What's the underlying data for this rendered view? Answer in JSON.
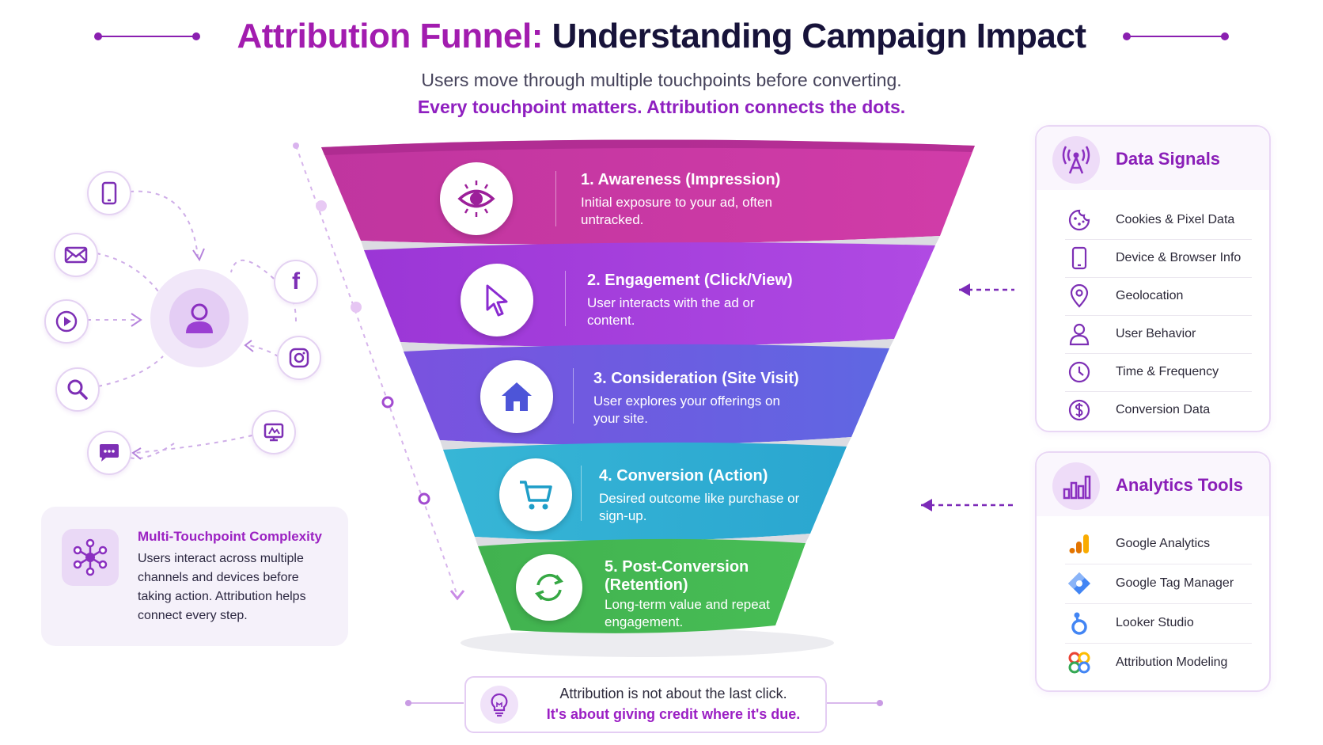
{
  "header": {
    "title_accent": "Attribution Funnel:",
    "title_main": "Understanding Campaign Impact",
    "subtitle_1": "Users move through multiple touchpoints before converting.",
    "subtitle_2": "Every touchpoint matters. Attribution connects the dots."
  },
  "funnel": {
    "stages": [
      {
        "title": "1. Awareness (Impression)",
        "desc": "Initial exposure to your ad, often untracked.",
        "icon": "eye-icon",
        "color": "#b42fa4"
      },
      {
        "title": "2. Engagement (Click/View)",
        "desc": "User interacts with the ad or content.",
        "icon": "cursor-icon",
        "color": "#a03ad6"
      },
      {
        "title": "3. Consideration (Site Visit)",
        "desc": "User explores your offerings on your site.",
        "icon": "home-icon",
        "color": "#6a57e0"
      },
      {
        "title": "4. Conversion (Action)",
        "desc": "Desired outcome like purchase or sign-up.",
        "icon": "cart-icon",
        "color": "#33b1d4"
      },
      {
        "title": "5. Post-Conversion (Retention)",
        "desc": "Long-term value and repeat engagement.",
        "icon": "refresh-icon",
        "color": "#3fb64c"
      }
    ]
  },
  "touchpoints": {
    "icons": [
      "mobile-icon",
      "email-icon",
      "video-play-icon",
      "search-icon",
      "chat-icon",
      "facebook-icon",
      "instagram-icon",
      "display-ad-icon",
      "user-icon"
    ],
    "facebook_glyph": "f"
  },
  "complexity": {
    "title": "Multi-Touchpoint Complexity",
    "body": "Users interact across multiple channels and devices before taking action. Attribution helps connect every step."
  },
  "data_signals": {
    "title": "Data Signals",
    "items": [
      {
        "label": "Cookies & Pixel Data",
        "icon": "cookie-icon"
      },
      {
        "label": "Device & Browser Info",
        "icon": "device-icon"
      },
      {
        "label": "Geolocation",
        "icon": "location-pin-icon"
      },
      {
        "label": "User Behavior",
        "icon": "person-icon"
      },
      {
        "label": "Time & Frequency",
        "icon": "clock-icon"
      },
      {
        "label": "Conversion Data",
        "icon": "dollar-icon"
      }
    ]
  },
  "analytics_tools": {
    "title": "Analytics Tools",
    "items": [
      {
        "label": "Google Analytics",
        "icon": "google-analytics-icon"
      },
      {
        "label": "Google Tag Manager",
        "icon": "tag-manager-icon"
      },
      {
        "label": "Looker Studio",
        "icon": "looker-studio-icon"
      },
      {
        "label": "Attribution Modeling",
        "icon": "attribution-modeling-icon"
      }
    ]
  },
  "footer": {
    "line_1": "Attribution is not about the last click.",
    "line_2": "It's about giving credit where it's due."
  },
  "colors": {
    "accent": "#a21caf",
    "dark": "#17133a",
    "purple_text": "#8f1fc0"
  }
}
